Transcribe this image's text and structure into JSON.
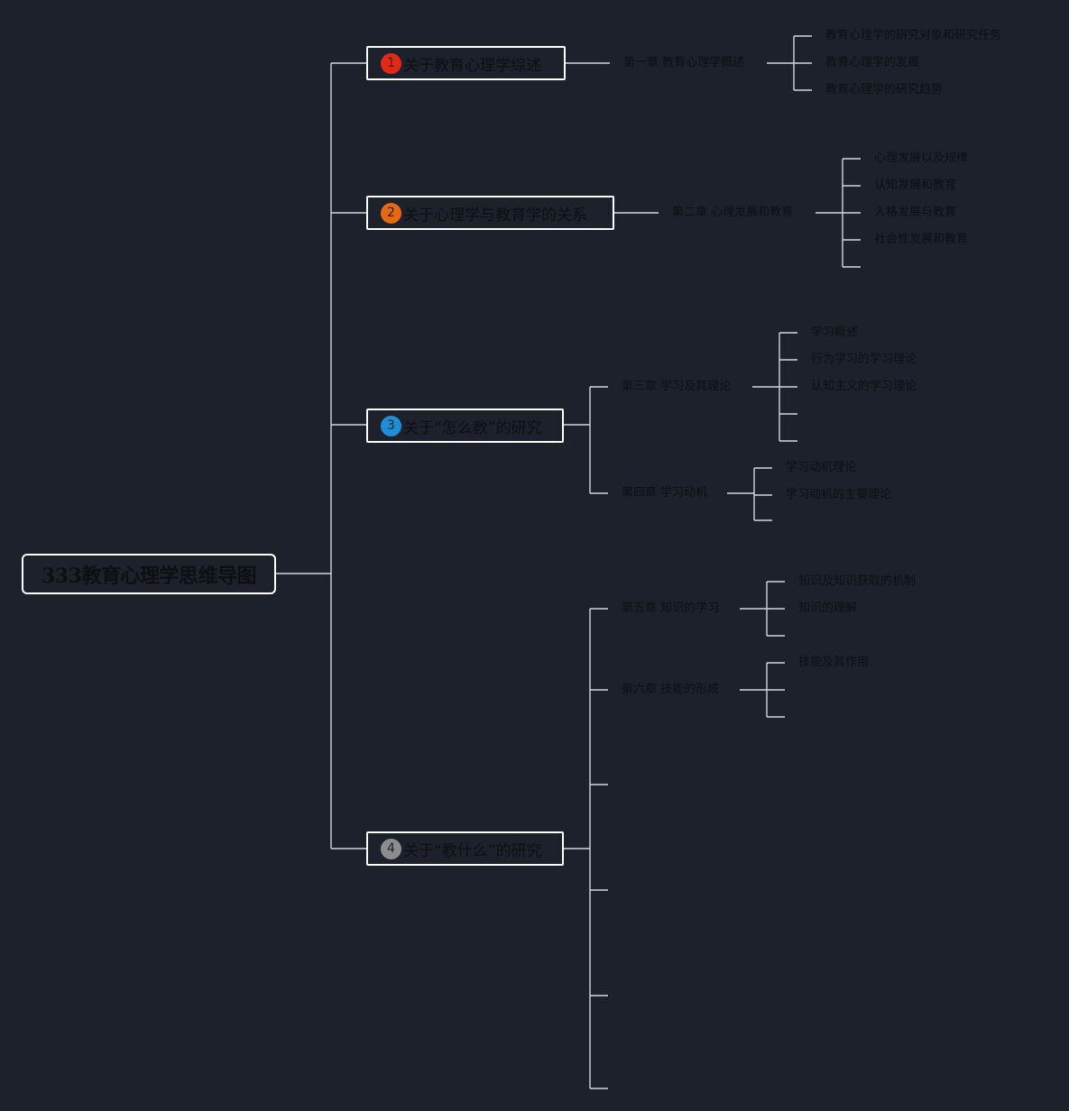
{
  "root": {
    "title": "333教育心理学思维导图"
  },
  "topics": [
    {
      "badge": "1",
      "badge_color": "#e02a16",
      "label": "关于教育心理学综述",
      "chapters": [
        {
          "label": "第一章 教育心理学概述",
          "items": [
            "教育心理学的研究对象和研究任务",
            "教育心理学的发展",
            "教育心理学的研究趋势"
          ]
        }
      ]
    },
    {
      "badge": "2",
      "badge_color": "#e36a12",
      "label": "关于心理学与教育学的关系",
      "chapters": [
        {
          "label": "第二章 心理发展和教育",
          "items": [
            "心理发展以及规律",
            "认知发展和教育",
            "人格发展与教育",
            "社会性发展和教育",
            ""
          ]
        }
      ]
    },
    {
      "badge": "3",
      "badge_color": "#1e8fd6",
      "label": "关于“怎么教”的研究",
      "chapters": [
        {
          "label": "第三章 学习及其理论",
          "items": [
            "学习概述",
            "行为学习的学习理论",
            "认知主义的学习理论",
            "",
            ""
          ]
        },
        {
          "label": "第四章 学习动机",
          "items": [
            "学习动机理论",
            "学习动机的主要理论",
            ""
          ]
        }
      ]
    },
    {
      "badge": "4",
      "badge_color": "#8c8c8c",
      "label": "关于“教什么”的研究",
      "chapters": [
        {
          "label": "第五章 知识的学习",
          "items": [
            "知识及知识获取的机制",
            "知识的理解",
            ""
          ]
        },
        {
          "label": "第六章 技能的形成",
          "items": [
            "技能及其作用",
            "",
            ""
          ]
        },
        {
          "label": "",
          "items": []
        },
        {
          "label": "",
          "items": []
        },
        {
          "label": "",
          "items": []
        },
        {
          "label": "",
          "items": []
        }
      ]
    }
  ]
}
